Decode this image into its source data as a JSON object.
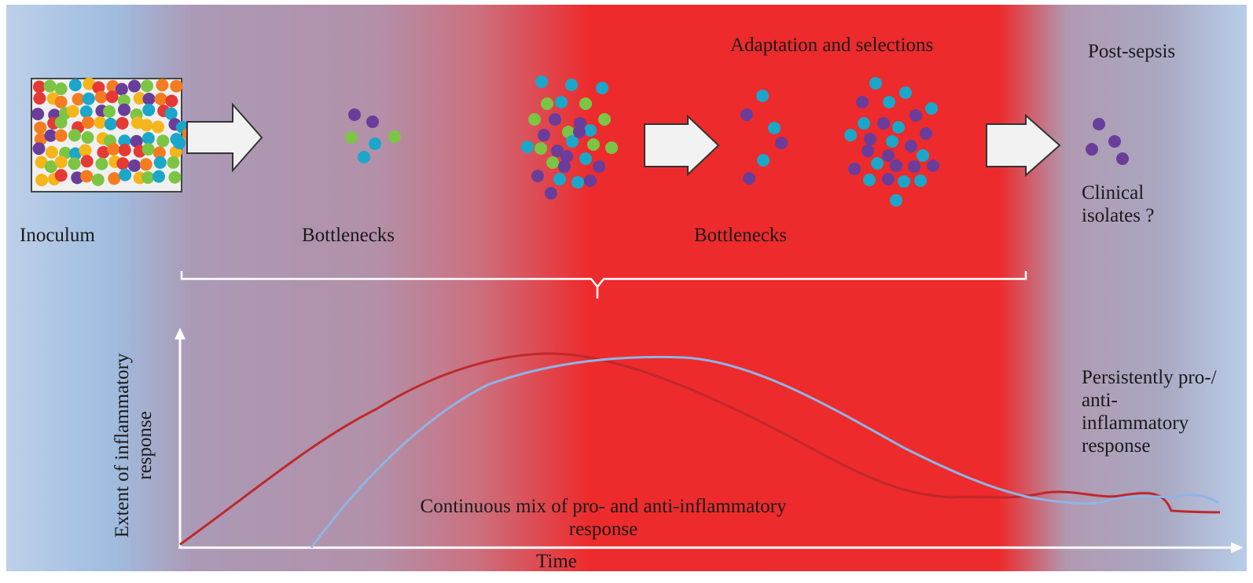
{
  "labels": {
    "inoculum": "Inoculum",
    "bottlenecks_1": "Bottlenecks",
    "bottlenecks_2": "Bottlenecks",
    "adaptation": "Adaptation and selections",
    "post_sepsis": "Post-sepsis",
    "clinical_isolates": "Clinical isolates ?",
    "persistent": "Persistently pro-/ anti-inflammatory response",
    "continuous_mix": "Continuous mix of pro- and anti-inflammatory response"
  },
  "axes": {
    "xlabel": "Time",
    "ylabel": "Extent of inflammatory response"
  },
  "colors": {
    "bacteria": [
      "#e53935",
      "#f47c20",
      "#f5b51b",
      "#7cc544",
      "#1aa7c9",
      "#6a3d9a"
    ],
    "pro_inflammatory_curve": "#c0282d",
    "anti_inflammatory_curve": "#8fb4e6",
    "background_blue": "#b7cde6",
    "background_purple": "#ab9ab6",
    "background_red": "#ed2a2c"
  }
}
